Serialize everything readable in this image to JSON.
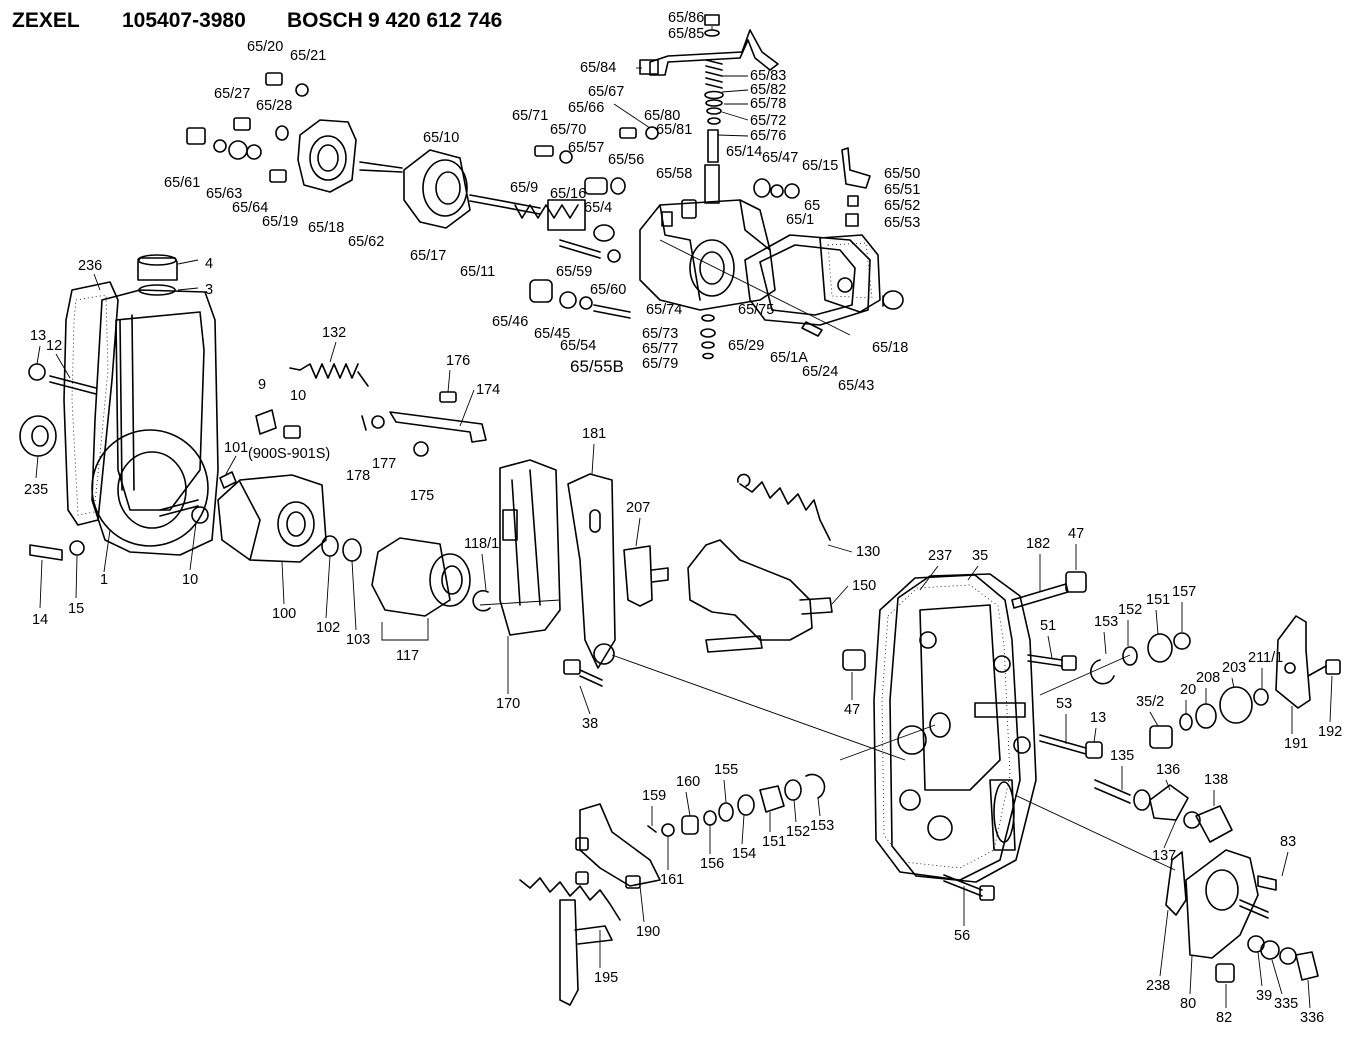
{
  "header": {
    "brand1": "ZEXEL",
    "part1": "105407-3980",
    "brand2": "BOSCH",
    "part2": "9 420 612 746"
  },
  "labels": {
    "l_65_86": "65/86",
    "l_65_85": "65/85",
    "l_65_84": "65/84",
    "l_65_83": "65/83",
    "l_65_82": "65/82",
    "l_65_78": "65/78",
    "l_65_72": "65/72",
    "l_65_76": "65/76",
    "l_65_80": "65/80",
    "l_65_81": "65/81",
    "l_65_67": "65/67",
    "l_65_66": "65/66",
    "l_65_71": "65/71",
    "l_65_70": "65/70",
    "l_65_57": "65/57",
    "l_65_56": "65/56",
    "l_65_14": "65/14",
    "l_65_47": "65/47",
    "l_65_15": "65/15",
    "l_65": "65",
    "l_65_1": "65/1",
    "l_65_58": "65/58",
    "l_65_16": "65/16",
    "l_65_9": "65/9",
    "l_65_4": "65/4",
    "l_65_50": "65/50",
    "l_65_51": "65/51",
    "l_65_52": "65/52",
    "l_65_53": "65/53",
    "l_65_20": "65/20",
    "l_65_21": "65/21",
    "l_65_27": "65/27",
    "l_65_28": "65/28",
    "l_65_10": "65/10",
    "l_65_61": "65/61",
    "l_65_63": "65/63",
    "l_65_64": "65/64",
    "l_65_19": "65/19",
    "l_65_18a": "65/18",
    "l_65_62": "65/62",
    "l_65_17": "65/17",
    "l_65_11": "65/11",
    "l_65_59": "65/59",
    "l_65_60": "65/60",
    "l_65_46": "65/46",
    "l_65_45": "65/45",
    "l_65_54": "65/54",
    "l_65_55b": "65/55B",
    "l_65_74": "65/74",
    "l_65_75": "65/75",
    "l_65_73": "65/73",
    "l_65_77": "65/77",
    "l_65_79": "65/79",
    "l_65_29": "65/29",
    "l_65_1a": "65/1A",
    "l_65_24": "65/24",
    "l_65_43": "65/43",
    "l_65_18b": "65/18",
    "l_236": "236",
    "l_4": "4",
    "l_3": "3",
    "l_13a": "13",
    "l_12": "12",
    "l_132": "132",
    "l_176": "176",
    "l_174": "174",
    "l_9": "9",
    "l_10a": "10",
    "l_900s": "(900S-901S)",
    "l_178": "178",
    "l_177": "177",
    "l_175": "175",
    "l_101": "101",
    "l_235": "235",
    "l_1": "1",
    "l_10b": "10",
    "l_14": "14",
    "l_15": "15",
    "l_100": "100",
    "l_102": "102",
    "l_103": "103",
    "l_117": "117",
    "l_118_1": "118/1",
    "l_181": "181",
    "l_207": "207",
    "l_170": "170",
    "l_38": "38",
    "l_130": "130",
    "l_150": "150",
    "l_237": "237",
    "l_35": "35",
    "l_182": "182",
    "l_47a": "47",
    "l_47b": "47",
    "l_51": "51",
    "l_153a": "153",
    "l_152a": "152",
    "l_151a": "151",
    "l_157": "157",
    "l_53": "53",
    "l_13b": "13",
    "l_35_2": "35/2",
    "l_20": "20",
    "l_208": "208",
    "l_203": "203",
    "l_211_1": "211/1",
    "l_191": "191",
    "l_192": "192",
    "l_135": "135",
    "l_136": "136",
    "l_138": "138",
    "l_137": "137",
    "l_159": "159",
    "l_160": "160",
    "l_155": "155",
    "l_161": "161",
    "l_156": "156",
    "l_154": "154",
    "l_151b": "151",
    "l_152b": "152",
    "l_153b": "153",
    "l_190": "190",
    "l_195": "195",
    "l_56": "56",
    "l_83": "83",
    "l_238": "238",
    "l_80": "80",
    "l_82": "82",
    "l_39": "39",
    "l_335": "335",
    "l_336": "336"
  }
}
